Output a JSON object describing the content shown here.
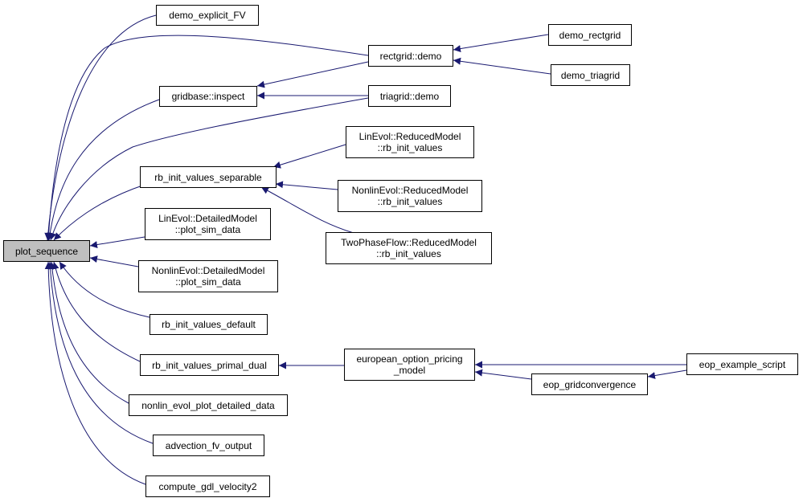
{
  "colors": {
    "edge": "#191970",
    "node_border": "#000000",
    "root_fill": "#bfbfbf",
    "node_fill": "#ffffff"
  },
  "nodes": {
    "plot_sequence": {
      "lines": [
        "plot_sequence"
      ]
    },
    "demo_explicit_FV": {
      "lines": [
        "demo_explicit_FV"
      ]
    },
    "gridbase_inspect": {
      "lines": [
        "gridbase::inspect"
      ]
    },
    "rb_init_values_separable": {
      "lines": [
        "rb_init_values_separable"
      ]
    },
    "linevol_detailed_plot": {
      "lines": [
        "LinEvol::DetailedModel",
        "::plot_sim_data"
      ]
    },
    "nonlinevol_detailed_plot": {
      "lines": [
        "NonlinEvol::DetailedModel",
        "::plot_sim_data"
      ]
    },
    "rb_init_values_default": {
      "lines": [
        "rb_init_values_default"
      ]
    },
    "rb_init_values_primal_dual": {
      "lines": [
        "rb_init_values_primal_dual"
      ]
    },
    "nonlin_evol_plot_detailed_data": {
      "lines": [
        "nonlin_evol_plot_detailed_data"
      ]
    },
    "advection_fv_output": {
      "lines": [
        "advection_fv_output"
      ]
    },
    "compute_gdl_velocity2": {
      "lines": [
        "compute_gdl_velocity2"
      ]
    },
    "rectgrid_demo": {
      "lines": [
        "rectgrid::demo"
      ]
    },
    "triagrid_demo": {
      "lines": [
        "triagrid::demo"
      ]
    },
    "linevol_reduced_rb": {
      "lines": [
        "LinEvol::ReducedModel",
        "::rb_init_values"
      ]
    },
    "nonlinevol_reduced_rb": {
      "lines": [
        "NonlinEvol::ReducedModel",
        "::rb_init_values"
      ]
    },
    "twophaseflow_reduced_rb": {
      "lines": [
        "TwoPhaseFlow::ReducedModel",
        "::rb_init_values"
      ]
    },
    "european_option_pricing_model": {
      "lines": [
        "european_option_pricing",
        "_model"
      ]
    },
    "demo_rectgrid": {
      "lines": [
        "demo_rectgrid"
      ]
    },
    "demo_triagrid": {
      "lines": [
        "demo_triagrid"
      ]
    },
    "eop_gridconvergence": {
      "lines": [
        "eop_gridconvergence"
      ]
    },
    "eop_example_script": {
      "lines": [
        "eop_example_script"
      ]
    }
  }
}
